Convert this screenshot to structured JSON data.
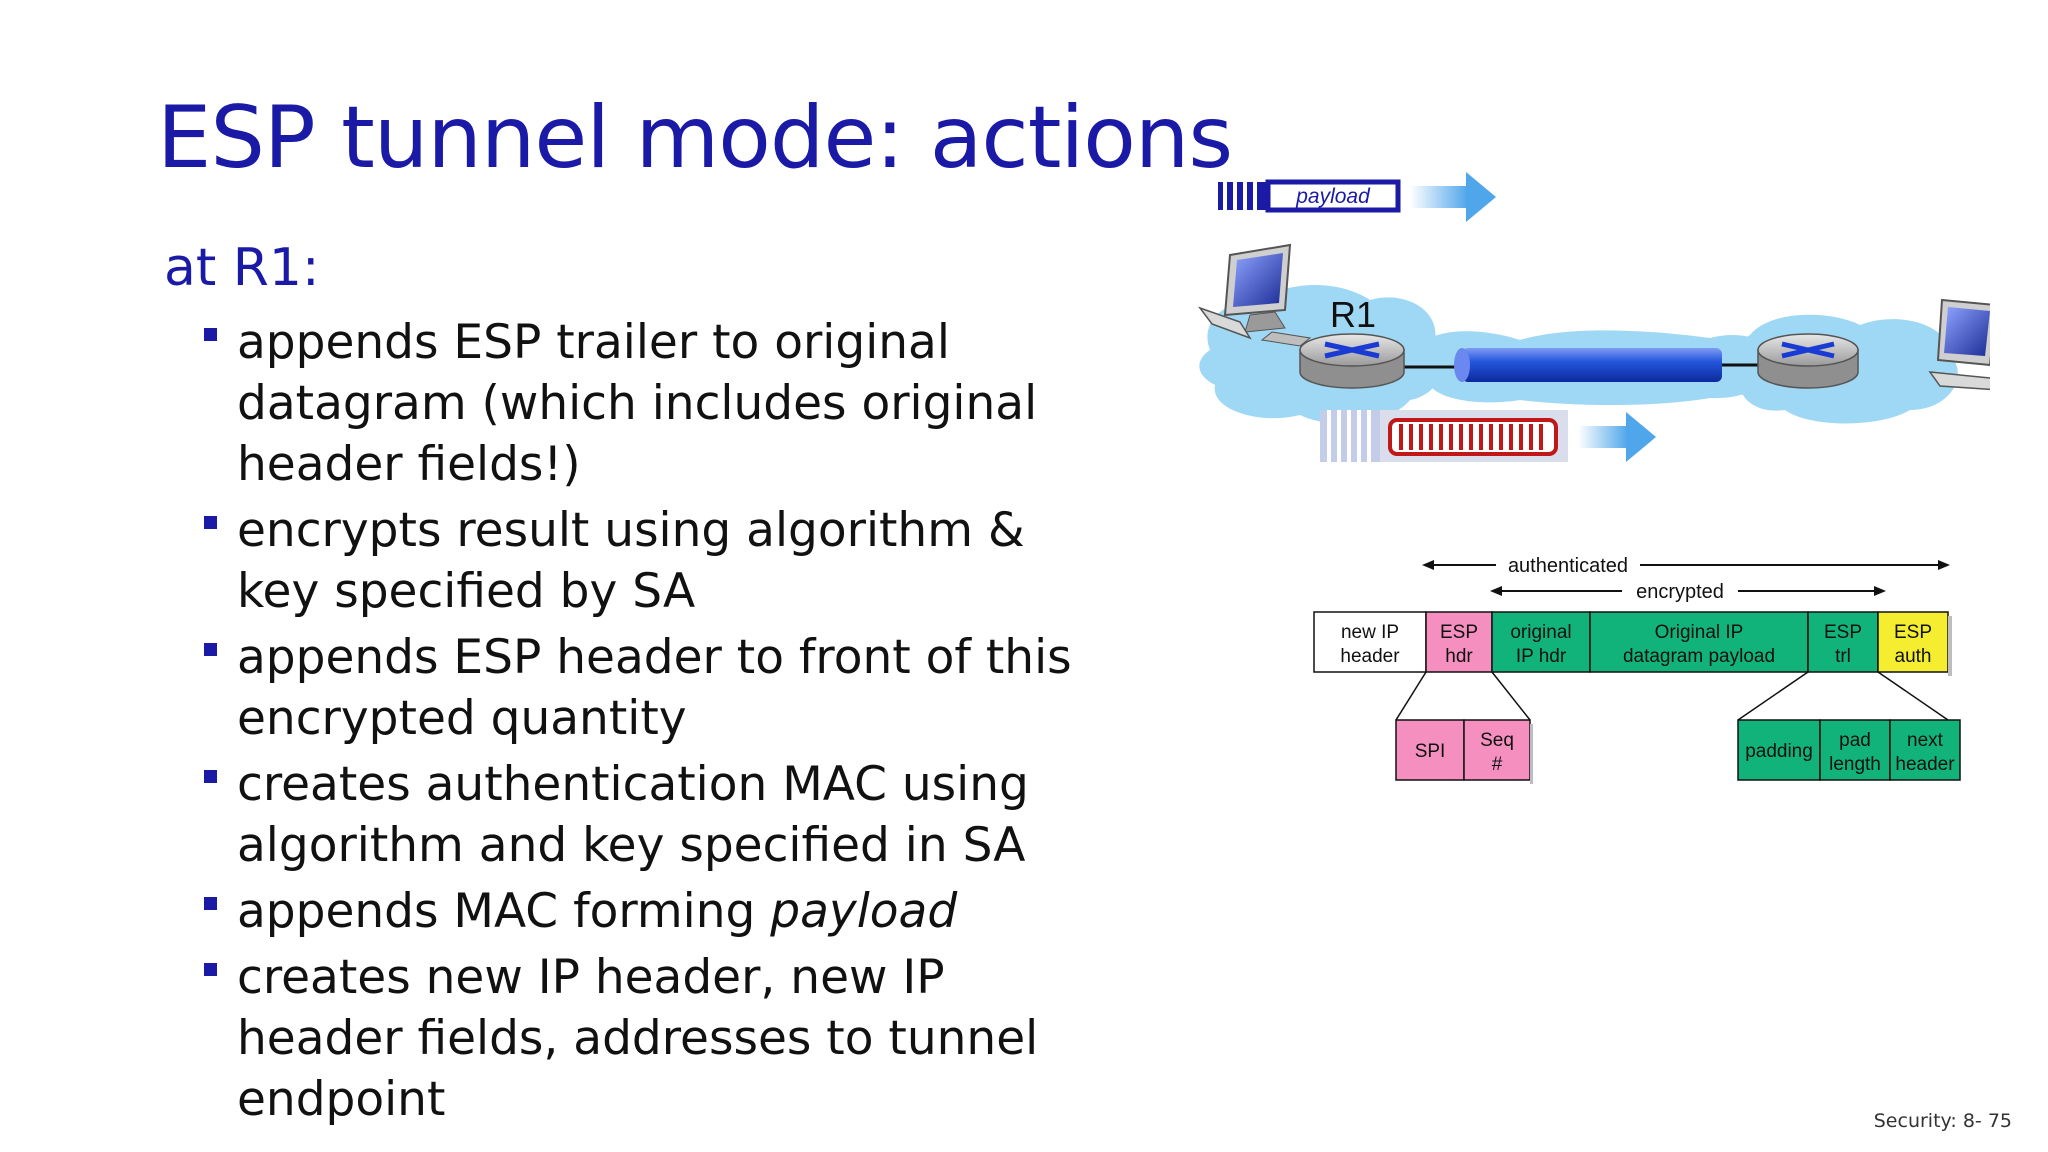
{
  "slide": {
    "title": "ESP tunnel mode: actions",
    "subtitle": "at R1:",
    "bullets": [
      {
        "text": "appends ESP trailer to original datagram (which includes original header fields!)"
      },
      {
        "text": "encrypts result using algorithm & key specified by SA"
      },
      {
        "text": "appends ESP header to front of this encrypted quantity"
      },
      {
        "text": "creates authentication MAC using algorithm and key specified in SA"
      },
      {
        "text_before": "appends MAC forming ",
        "text_italic": "payload"
      },
      {
        "text": "creates new IP header, new IP header fields, addresses to tunnel endpoint"
      }
    ],
    "slide_number": "Security: 8- 75"
  },
  "diagram": {
    "packet_label": "payload",
    "router_label": "R1",
    "authenticated_label": "authenticated",
    "encrypted_label": "encrypted",
    "fields": {
      "new_ip_header": [
        "new IP",
        "header"
      ],
      "esp_hdr": [
        "ESP",
        "hdr"
      ],
      "original_ip_hdr": [
        "original",
        "IP hdr"
      ],
      "original_payload": [
        "Original IP",
        "datagram payload"
      ],
      "esp_trl": [
        "ESP",
        "trl"
      ],
      "esp_auth": [
        "ESP",
        "auth"
      ]
    },
    "header_detail": {
      "spi": "SPI",
      "seq": [
        "Seq",
        "#"
      ]
    },
    "trailer_detail": {
      "padding": "padding",
      "pad_length": [
        "pad",
        "length"
      ],
      "next_header": [
        "next",
        "header"
      ]
    },
    "colors": {
      "title": "#1a1aa6",
      "esp_hdr_pink": "#f48fc0",
      "encrypted_green": "#12b37a",
      "auth_yellow": "#f5ee30",
      "tunnel_blue": "#1f4fd6",
      "cloud_blue": "#9fd8f5"
    }
  }
}
